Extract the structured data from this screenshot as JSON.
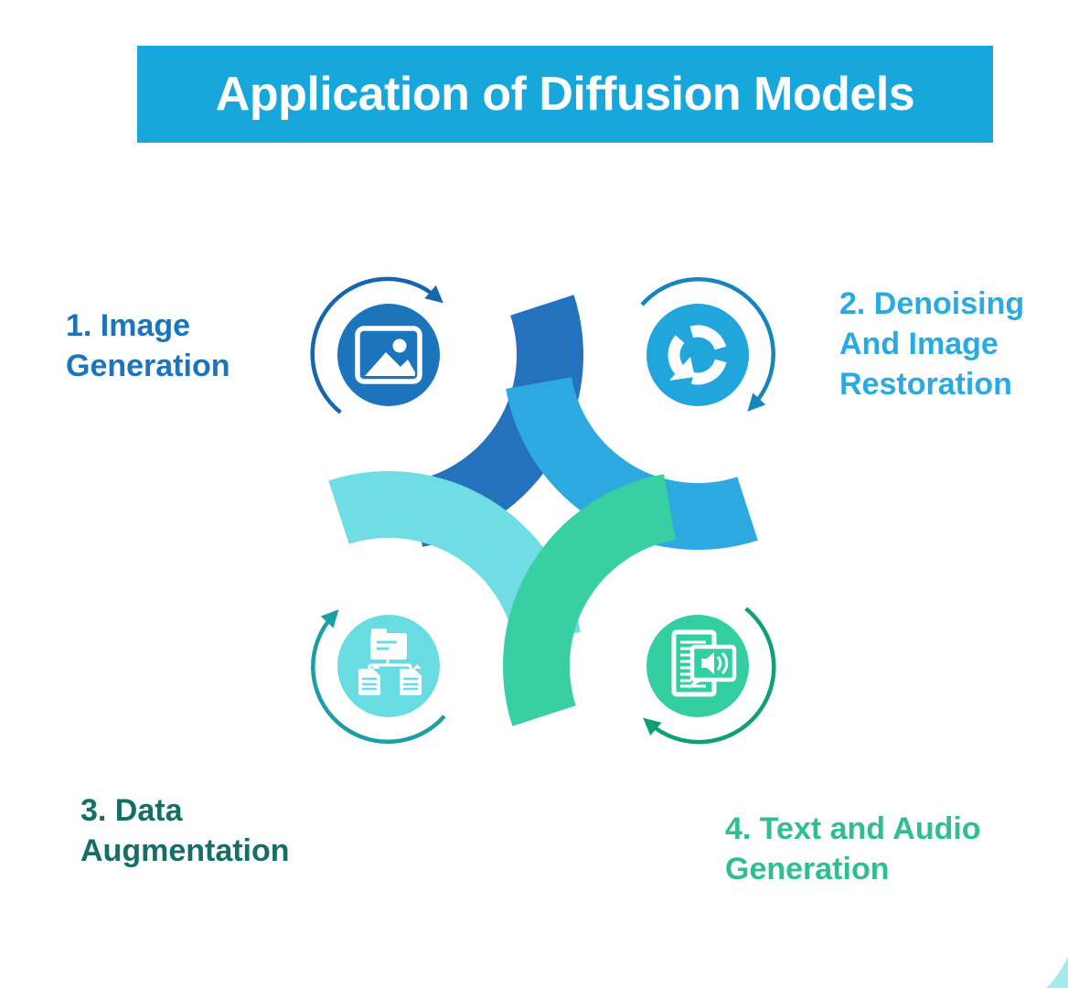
{
  "title": "Application of Diffusion Models",
  "items": [
    {
      "label": "1. Image\nGeneration",
      "icon": "image-picture-icon",
      "color": "#1b75bc"
    },
    {
      "label": "2. Denoising\nAnd Image\nRestoration",
      "icon": "refresh-restore-icon",
      "color": "#29abe2"
    },
    {
      "label": "3. Data\nAugmentation",
      "icon": "folder-documents-icon",
      "color": "#156f66"
    },
    {
      "label": "4. Text and Audio\nGeneration",
      "icon": "document-speaker-icon",
      "color": "#2fbe92"
    }
  ],
  "colors": {
    "banner_bg": "#17a7db",
    "banner_text": "#ffffff",
    "blade_blue": "#2471bd",
    "blade_cyan": "#2ea9e0",
    "blade_turquoise": "#6fdde3",
    "blade_green": "#38cfa2",
    "circle_blue": "#1b74bc",
    "circle_cyan": "#21a6dc",
    "circle_turquoise": "#68dce1",
    "circle_green": "#34cea3",
    "ring_blue": "#1765ad",
    "ring_cyan": "#1486bc",
    "ring_teal": "#1c9fa4",
    "ring_green": "#0fa077",
    "corner": "#a3ebeb",
    "icon_white": "#ffffff"
  }
}
